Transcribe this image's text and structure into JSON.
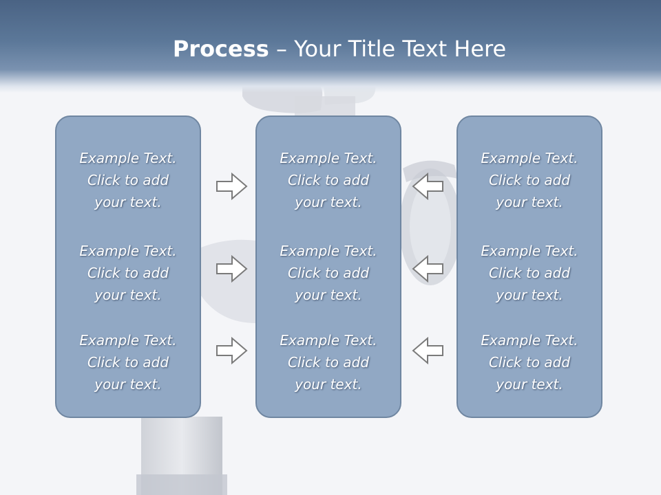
{
  "slide": {
    "title_bold": "Process",
    "title_rest": " – Your Title Text Here"
  },
  "panels": [
    {
      "items": [
        {
          "line1": "Example Text.",
          "line2": "Click  to add",
          "line3": "your text."
        },
        {
          "line1": "Example Text.",
          "line2": "Click  to add",
          "line3": "your text."
        },
        {
          "line1": "Example Text.",
          "line2": "Click  to add",
          "line3": "your text."
        }
      ]
    },
    {
      "items": [
        {
          "line1": "Example Text.",
          "line2": "Click  to add",
          "line3": "your text."
        },
        {
          "line1": "Example Text.",
          "line2": "Click  to add",
          "line3": "your text."
        },
        {
          "line1": "Example Text.",
          "line2": "Click  to add",
          "line3": "your text."
        }
      ]
    },
    {
      "items": [
        {
          "line1": "Example Text.",
          "line2": "Click  to add",
          "line3": "your text."
        },
        {
          "line1": "Example Text.",
          "line2": "Click  to add",
          "line3": "your text."
        },
        {
          "line1": "Example Text.",
          "line2": "Click  to add",
          "line3": "your text."
        }
      ]
    }
  ],
  "colors": {
    "header": "#4a6384",
    "panel_fill": "#91a8c4",
    "panel_border": "#6f86a1",
    "arrow_stroke": "#7a7a7a"
  },
  "icons": {
    "arrows_left_column": "right-arrow-outline-icon",
    "arrows_right_column": "left-arrow-outline-icon",
    "background": "faucet-photo-background"
  }
}
